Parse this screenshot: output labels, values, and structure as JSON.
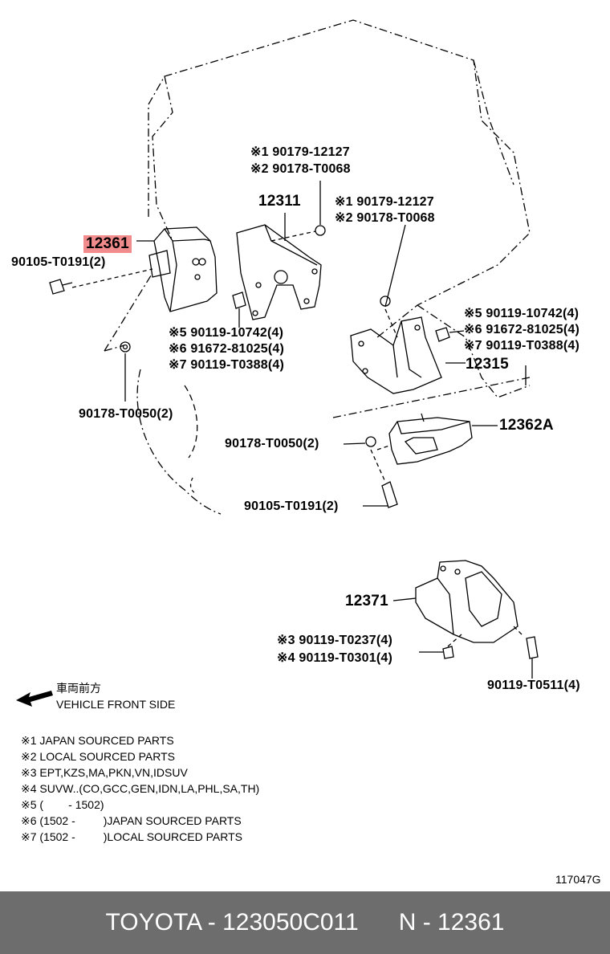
{
  "labels": {
    "p12361": "12361",
    "p12311": "12311",
    "p12315": "12315",
    "p12362A": "12362A",
    "p12371": "12371",
    "b90105_a": "90105-T0191(2)",
    "b90105_b": "90105-T0191(2)",
    "n90178_a": "90178-T0050(2)",
    "n90178_b": "90178-T0050(2)",
    "top_a1": "※1 90179-12127",
    "top_a2": "※2 90178-T0068",
    "top_b1": "※1 90179-12127",
    "top_b2": "※2 90178-T0068",
    "mid_left_5": "※5 90119-10742(4)",
    "mid_left_6": "※6 91672-81025(4)",
    "mid_left_7": "※7 90119-T0388(4)",
    "right_5": "※5 90119-10742(4)",
    "right_6": "※6 91672-81025(4)",
    "right_7": "※7 90119-T0388(4)",
    "low_3": "※3 90119-T0237(4)",
    "low_4": "※4 90119-T0301(4)",
    "low_right": "90119-T0511(4)"
  },
  "front": {
    "jp": "車両前方",
    "en": "VEHICLE FRONT SIDE"
  },
  "legend": [
    "※1 JAPAN SOURCED PARTS",
    "※2 LOCAL SOURCED PARTS",
    "※3 EPT,KZS,MA,PKN,VN,IDSUV",
    "※4 SUVW..(CO,GCC,GEN,IDN,LA,PHL,SA,TH)",
    "※5 (        - 1502)",
    "※6 (1502 -         )JAPAN SOURCED PARTS",
    "※7 (1502 -         )LOCAL SOURCED PARTS"
  ],
  "figure_id": "117047G",
  "footer": {
    "brand": "TOYOTA - 123050C011",
    "ref": "N - 12361"
  },
  "colors": {
    "highlight": "#f28b8b",
    "footer_bg": "#6d6d6d"
  }
}
